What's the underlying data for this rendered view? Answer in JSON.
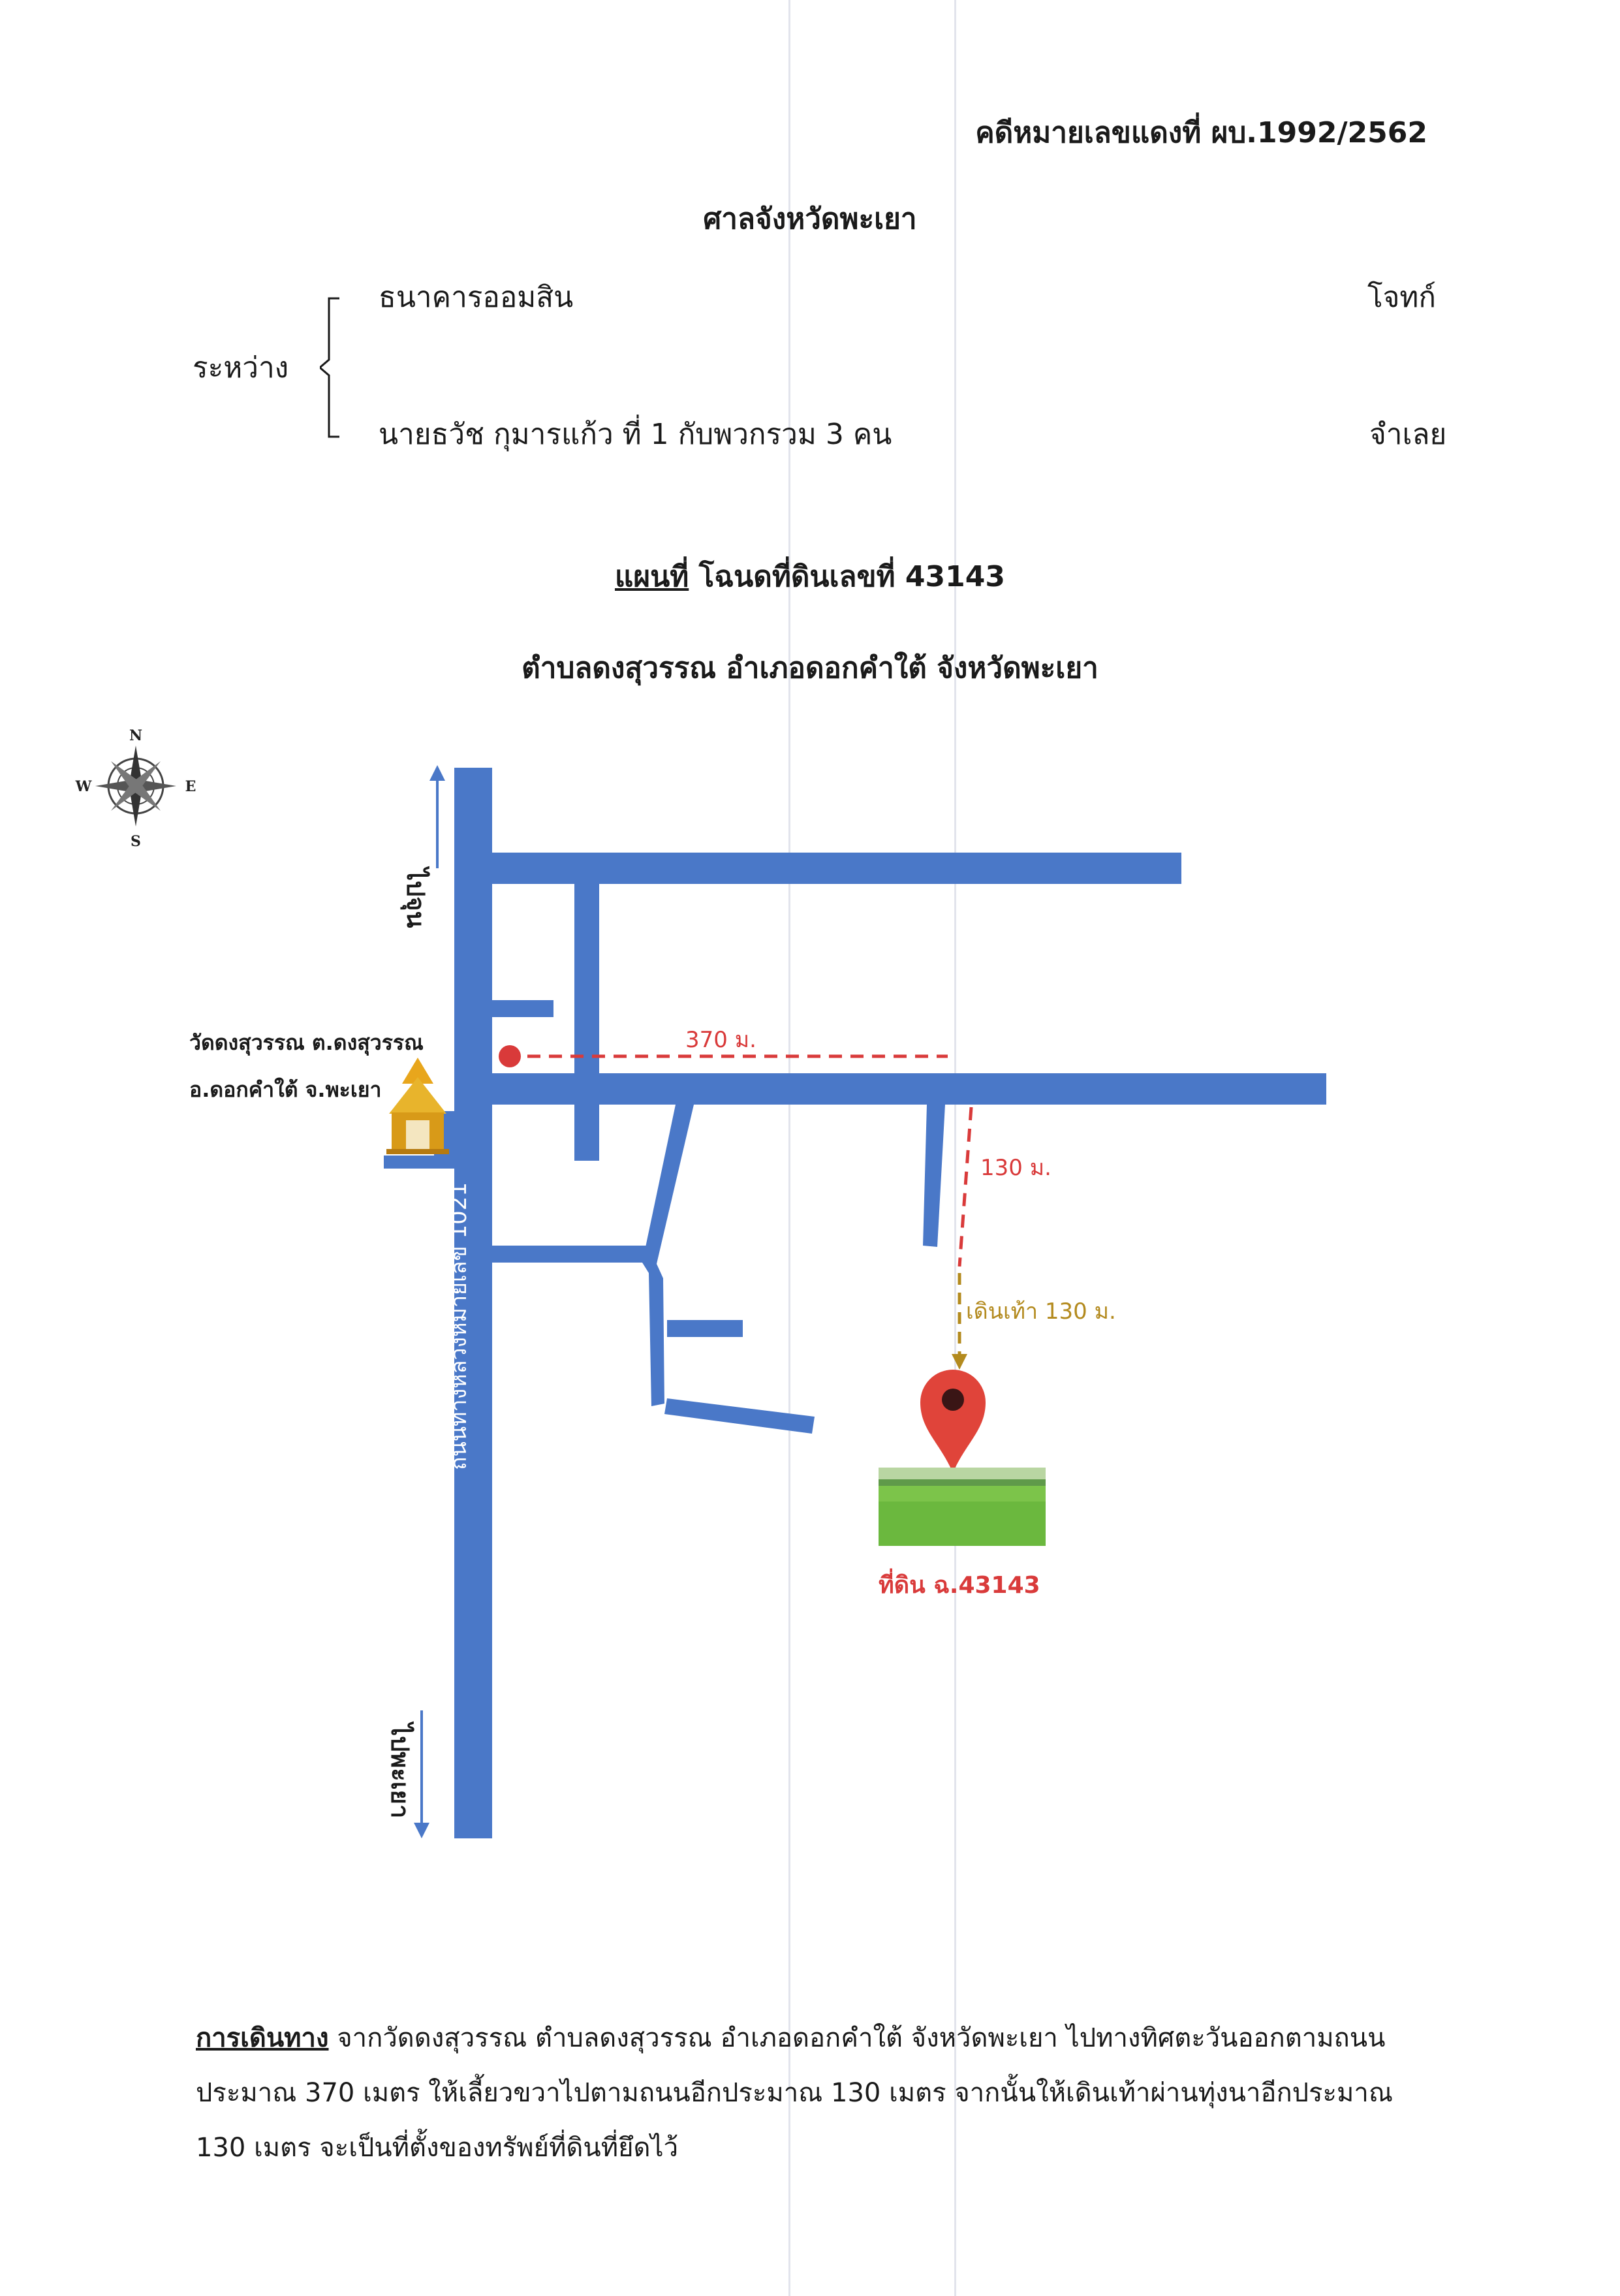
{
  "header": {
    "case_number": "คดีหมายเลขแดงที่ ผบ.1992/2562",
    "court": "ศาลจังหวัดพะเยา"
  },
  "parties": {
    "between_label": "ระหว่าง",
    "plaintiff": "ธนาคารออมสิน",
    "plaintiff_role": "โจทก์",
    "defendant": "นายธวัช  กุมารแก้ว ที่ 1 กับพวกรวม 3 คน",
    "defendant_role": "จำเลย"
  },
  "map_heading": {
    "map_word": "แผนที่",
    "deed": " โฉนดที่ดินเลขที่ 43143",
    "location": "ตำบลดงสุวรรณ อำเภอดอกคำใต้ จังหวัดพะเยา"
  },
  "map": {
    "compass": {
      "n": "N",
      "s": "S",
      "e": "E",
      "w": "W"
    },
    "to_north": "ไปจุน",
    "to_south": "ไปพะเยา",
    "highway": "ถนนทางหลวงหมายเลข 1021",
    "temple_line1": "วัดดงสุวรรณ ต.ดงสุวรรณ",
    "temple_line2": "อ.ดอกคำใต้ จ.พะเยา",
    "dist_east": "370 ม.",
    "dist_south": "130 ม.",
    "walk": "เดินเท้า 130 ม.",
    "land": "ที่ดิน ฉ.43143",
    "road_color": "#4a78c8",
    "route_color": "#d93a3a",
    "walk_color": "#b38a1e"
  },
  "directions": {
    "label": "การเดินทาง",
    "text": " จากวัดดงสุวรรณ ตำบลดงสุวรรณ อำเภอดอกคำใต้ จังหวัดพะเยา ไปทางทิศตะวันออกตามถนน ประมาณ 370 เมตร ให้เลี้ยวขวาไปตามถนนอีกประมาณ 130 เมตร จากนั้นให้เดินเท้าผ่านทุ่งนาอีกประมาณ 130 เมตร จะเป็นที่ตั้งของทรัพย์ที่ดินที่ยึดไว้"
  }
}
